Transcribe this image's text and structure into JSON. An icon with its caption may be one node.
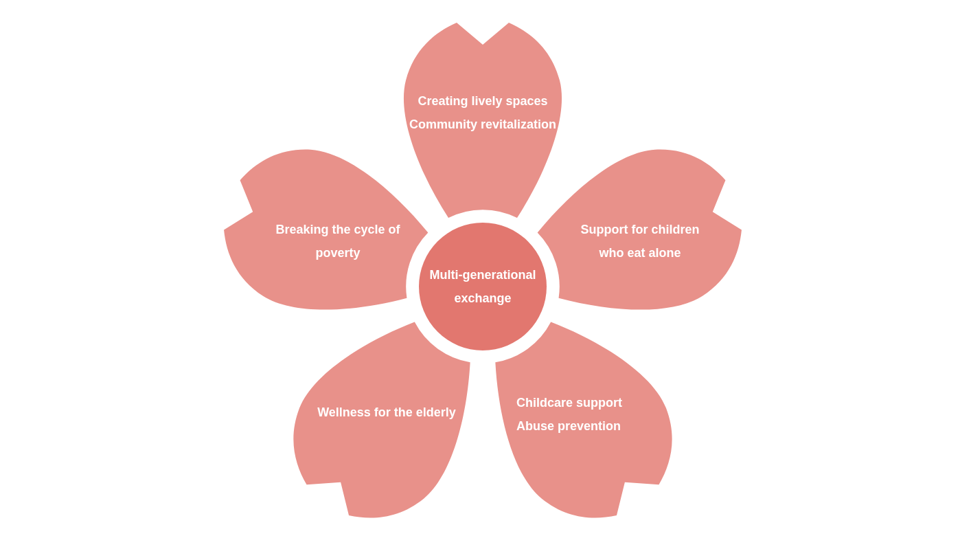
{
  "diagram": {
    "nodes": [
      {
        "text": [
          "Creating lively spaces",
          "Community revitalization"
        ]
      },
      {
        "text": [
          "Breaking the cycle of poverty"
        ]
      },
      {
        "text": [
          "Multi-generational exchange"
        ]
      },
      {
        "text": [
          "Support for children who eat alone"
        ]
      },
      {
        "text": [
          "Wellness for the elderly"
        ]
      },
      {
        "text": [
          "Childcare support",
          "Abuse prevention"
        ]
      }
    ],
    "edges": []
  }
}
